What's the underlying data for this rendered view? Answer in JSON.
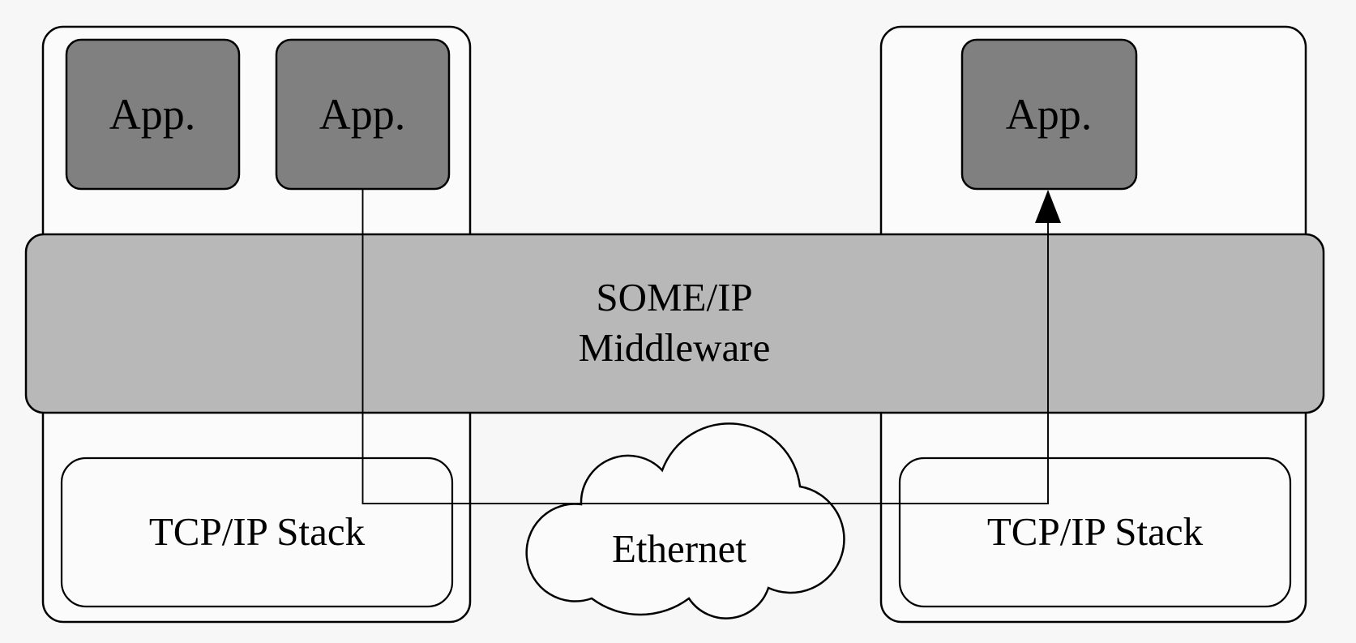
{
  "diagram": {
    "left_ecu": {
      "apps": [
        {
          "label": "App."
        },
        {
          "label": "App."
        }
      ],
      "stack": {
        "label": "TCP/IP Stack"
      }
    },
    "right_ecu": {
      "apps": [
        {
          "label": "App."
        }
      ],
      "stack": {
        "label": "TCP/IP Stack"
      }
    },
    "middleware": {
      "line1": "SOME/IP",
      "line2": "Middleware"
    },
    "network": {
      "label": "Ethernet"
    }
  },
  "colors": {
    "background": "#f7f7f7",
    "box_fill": "#fbfbfb",
    "app_fill": "#808080",
    "band_fill": "#b8b8b8",
    "cloud_fill": "#fbfbfb",
    "line_color": "#000000"
  }
}
